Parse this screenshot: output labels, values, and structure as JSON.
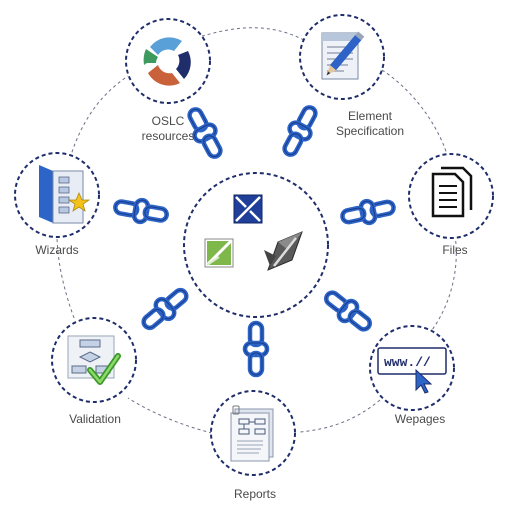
{
  "nodes": [
    {
      "id": "oslc",
      "label_lines": [
        "OSLC",
        "resources"
      ],
      "icon": "oslc-logo-icon"
    },
    {
      "id": "element-spec",
      "label_lines": [
        "Element",
        "Specification"
      ],
      "icon": "document-pen-icon"
    },
    {
      "id": "files",
      "label_lines": [
        "Files"
      ],
      "icon": "files-icon"
    },
    {
      "id": "wepages",
      "label_lines": [
        "Wepages"
      ],
      "icon": "web-url-cursor-icon",
      "url_text": "www.//"
    },
    {
      "id": "reports",
      "label_lines": [
        "Reports"
      ],
      "icon": "report-pages-icon"
    },
    {
      "id": "validation",
      "label_lines": [
        "Validation"
      ],
      "icon": "flowchart-check-icon"
    },
    {
      "id": "wizards",
      "label_lines": [
        "Wizards"
      ],
      "icon": "wizard-book-icon"
    }
  ],
  "center": {
    "icon": "enterprise-architect-logos-icon"
  },
  "colors": {
    "node_border": "#1f2d6b",
    "ring_dash": "#6b6f86",
    "chain": "#2d64c8",
    "chain_dark": "#173a86",
    "label": "#4a4a4a"
  }
}
